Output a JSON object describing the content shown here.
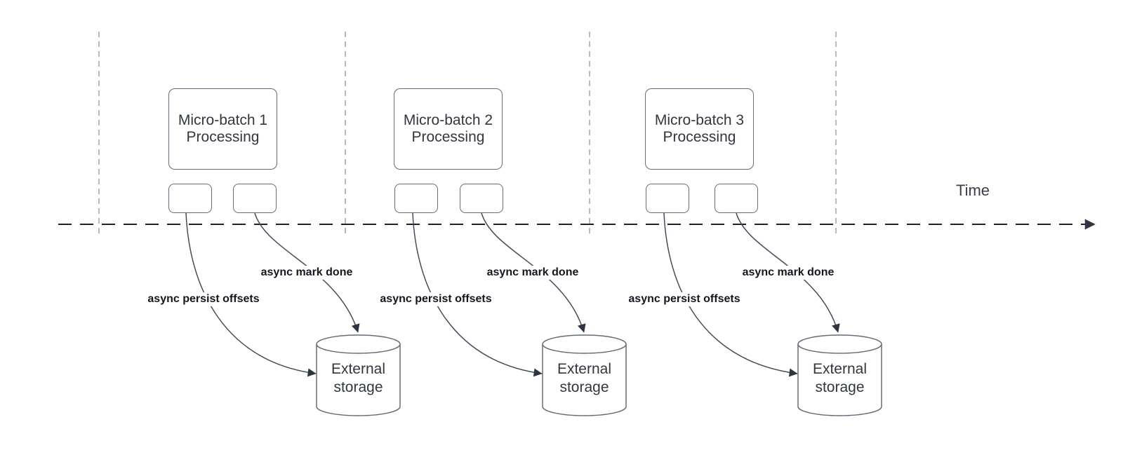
{
  "diagram": {
    "time_axis": {
      "label": "Time"
    },
    "colors": {
      "shape_border": "#666b75",
      "shape_text": "#32363f",
      "edge_stroke": "#454c59",
      "edge_label_text": "#14171d",
      "timeline_stroke": "#1c1f26",
      "guide_line": "#a8a8ac",
      "background": "#ffffff"
    },
    "groups": [
      {
        "title_line1": "Micro-batch 1",
        "title_line2": "Processing",
        "persist_label": "async persist offsets",
        "mark_done_label": "async mark done",
        "storage_line1": "External",
        "storage_line2": "storage"
      },
      {
        "title_line1": "Micro-batch 2",
        "title_line2": "Processing",
        "persist_label": "async persist offsets",
        "mark_done_label": "async mark done",
        "storage_line1": "External",
        "storage_line2": "storage"
      },
      {
        "title_line1": "Micro-batch 3",
        "title_line2": "Processing",
        "persist_label": "async persist offsets",
        "mark_done_label": "async mark done",
        "storage_line1": "External",
        "storage_line2": "storage"
      }
    ]
  }
}
